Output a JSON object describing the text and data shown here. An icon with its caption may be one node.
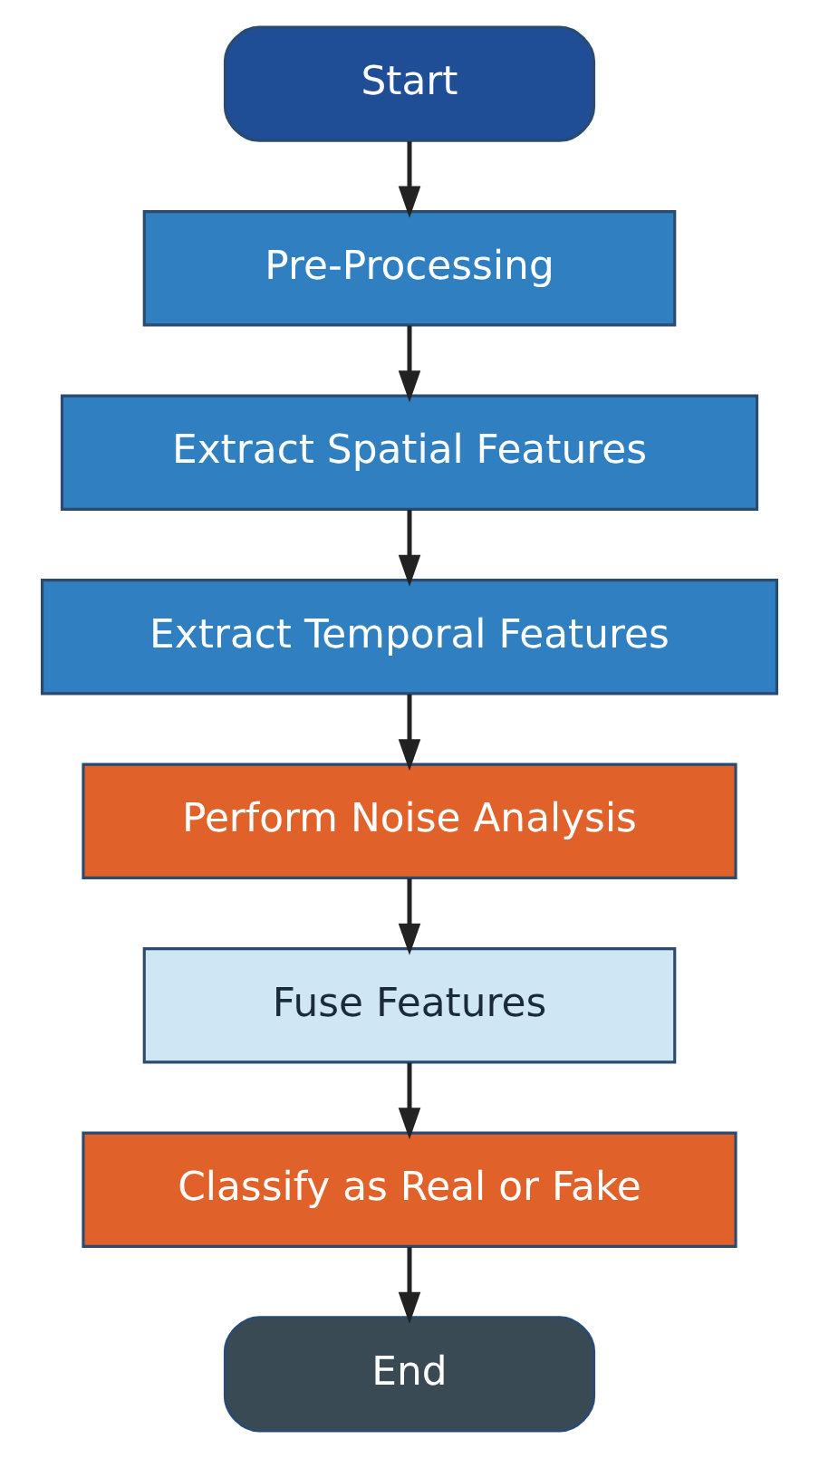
{
  "diagram": {
    "nodes": [
      {
        "text": [
          "Start"
        ]
      },
      {
        "text": [
          "Pre-Processing"
        ]
      },
      {
        "text": [
          "Extract Spatial Features"
        ]
      },
      {
        "text": [
          "Extract Temporal Features"
        ]
      },
      {
        "text": [
          "Perform Noise Analysis"
        ]
      },
      {
        "text": [
          "Fuse Features"
        ]
      },
      {
        "text": [
          "Classify as Real or Fake"
        ]
      },
      {
        "text": [
          "End"
        ]
      }
    ],
    "edges": [
      {
        "from": 0,
        "to": 1,
        "arrow": "to"
      },
      {
        "from": 1,
        "to": 2,
        "arrow": "to"
      },
      {
        "from": 2,
        "to": 3,
        "arrow": "to"
      },
      {
        "from": 3,
        "to": 4,
        "arrow": "to"
      },
      {
        "from": 4,
        "to": 5,
        "arrow": "to"
      },
      {
        "from": 5,
        "to": 6,
        "arrow": "to"
      },
      {
        "from": 6,
        "to": 7,
        "arrow": "to"
      }
    ]
  }
}
